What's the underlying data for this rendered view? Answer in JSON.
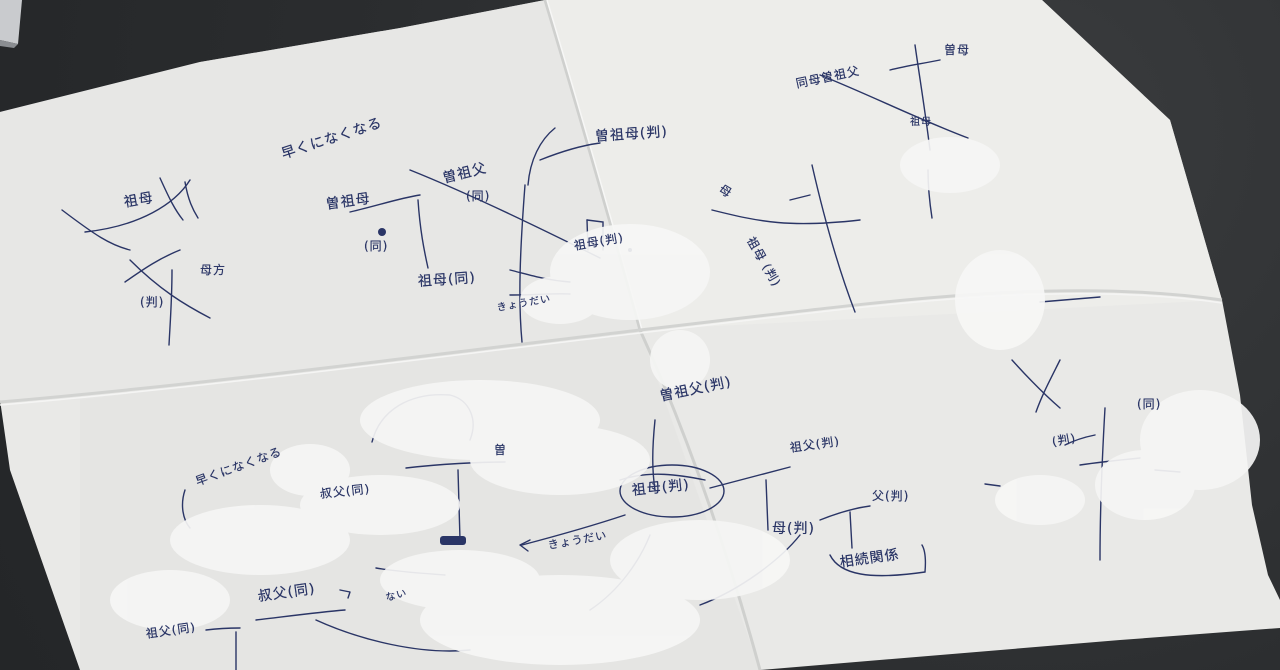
{
  "photo": {
    "subject": "handwritten family-tree sketch on folded paper",
    "colors": {
      "desk": "#2d2f31",
      "paper": "#ebebea",
      "paper_shadow": "#d9dad8",
      "ink": "#2a3566",
      "blur": "#f4f4f3"
    }
  },
  "notes": {
    "hayaku": "早くになくなる",
    "sobo_left": "祖母",
    "bo_left": "母方",
    "kiku_left": "(判)",
    "sou_sobo_center": "曽祖母",
    "dou_paren": "(同)",
    "sou_sofu_center": "曽祖父",
    "dou_under": "(同)",
    "sobo_dou": "祖母(同)",
    "kyoudai": "きょうだい",
    "sou_sobo_top": "曽祖母(判)",
    "sobo_right_top": "祖母(判)",
    "hafu_top": "曽母",
    "dou_sou_sofu": "同母曽祖父",
    "sobo_small": "祖母",
    "mother_label": "母",
    "kinshu": "祖母 (判)",
    "hayaku_lower": "早くになくなる",
    "sou_sofu_lower": "曽祖父(判)",
    "sou_lower_partial": "曽",
    "xx_dou": "叔父(同)",
    "sobo_circled": "祖母(判)",
    "sofu_lower": "祖父(判)",
    "mother_lower": "母(判)",
    "father_lower": "父(判)",
    "kakunin_box": "相続関係",
    "kyoudai_lower": "きょうだい",
    "sofu_dou_bottom": "祖父(同)",
    "oji_dou": "叔父(同)",
    "nai": "ない",
    "right_dou": "(同)",
    "right_kiku": "(判)"
  }
}
